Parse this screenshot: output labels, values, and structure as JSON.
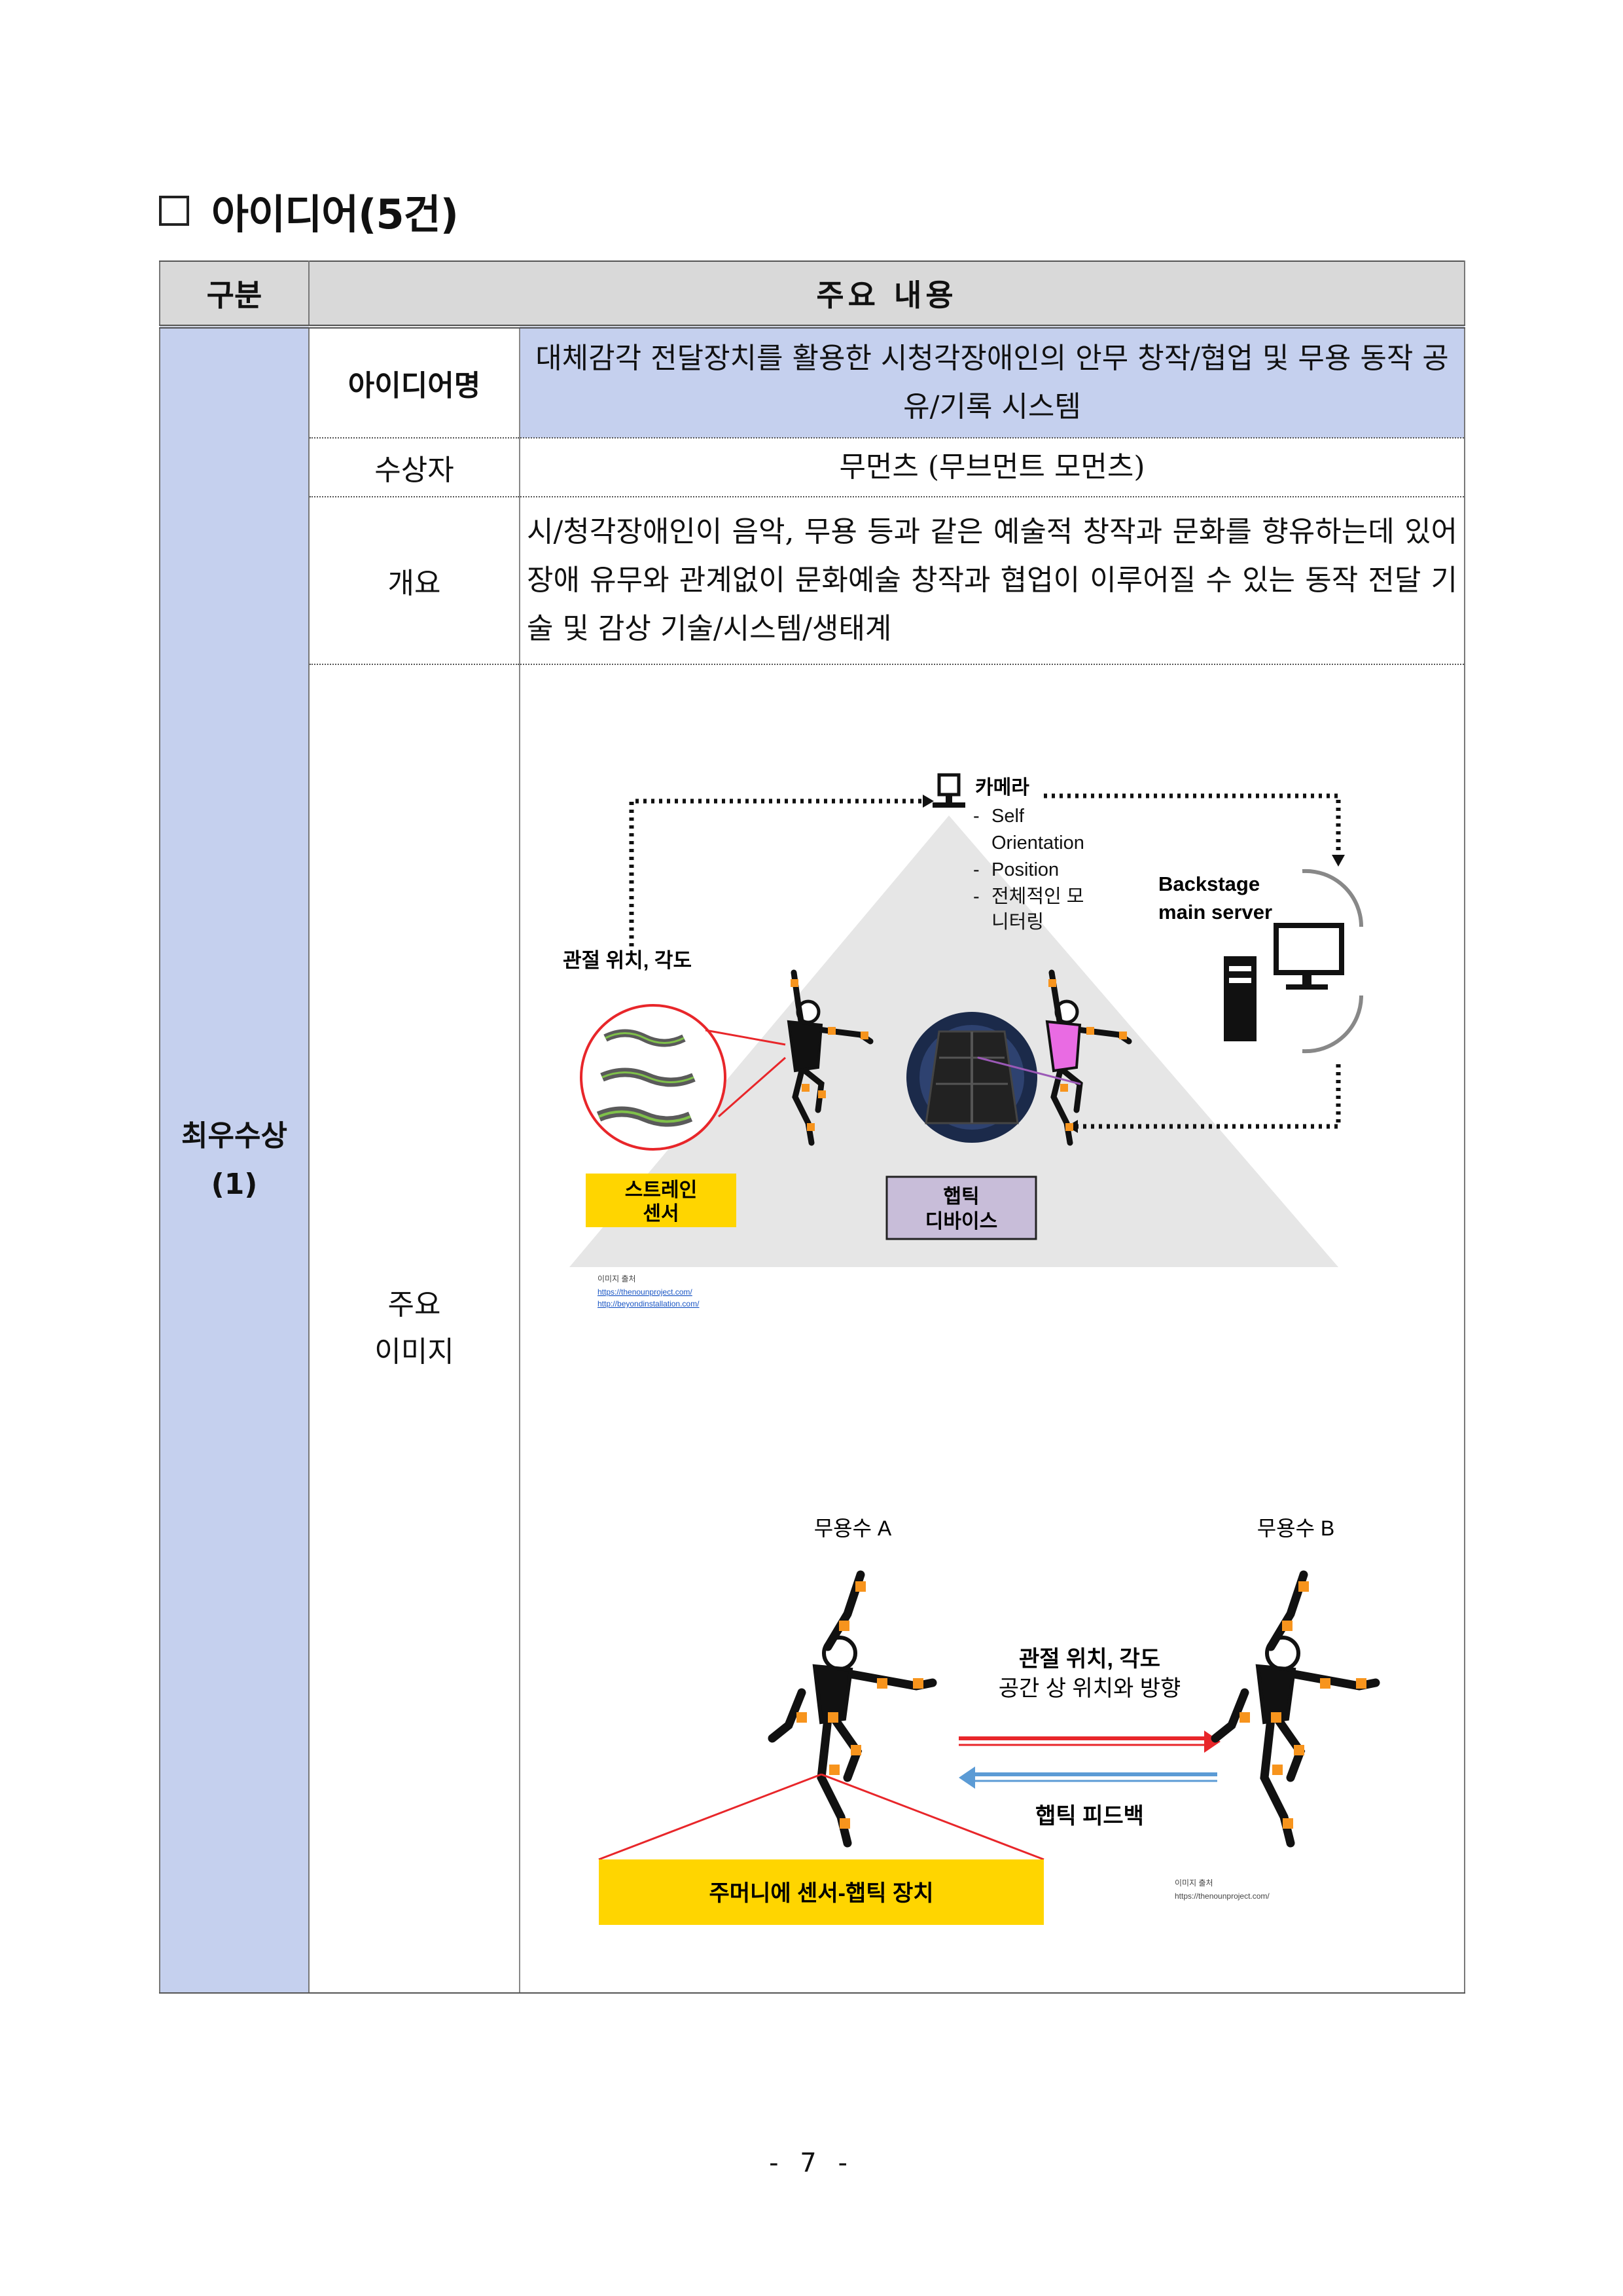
{
  "heading": {
    "title": "아이디어(5건)",
    "checkbox_icon": "empty-square-icon"
  },
  "table": {
    "header": {
      "col1": "구분",
      "col2": "주요 내용"
    },
    "award": {
      "line1": "최우수상",
      "line2": "(1)"
    },
    "rows": {
      "idea": {
        "label": "아이디어명",
        "value": "대체감각 전달장치를 활용한 시청각장애인의 안무 창작/협업 및 무용 동작 공유/기록 시스템"
      },
      "winner": {
        "label": "수상자",
        "value": "무먼츠 (무브먼트 모먼츠)"
      },
      "summary": {
        "label": "개요",
        "value": "시/청각장애인이 음악, 무용 등과 같은 예술적 창작과 문화를 향유하는데 있어 장애 유무와 관계없이 문화예술 창작과 협업이 이루어질 수 있는 동작 전달 기술 및 감상 기술/시스템/생태계"
      },
      "image": {
        "label_line1": "주요",
        "label_line2": "이미지"
      }
    }
  },
  "figure1": {
    "camera_label": "카메라",
    "camera_items": [
      "Self",
      "Orientation",
      "Position",
      "전체적인 모",
      "니터링"
    ],
    "camera_bullets": [
      "-",
      "-",
      "-"
    ],
    "server_line1": "Backstage",
    "server_line2": "main server",
    "joint_label": "관절 위치, 각도",
    "strain_line1": "스트레인",
    "strain_line2": "센서",
    "haptic_line1": "햅틱",
    "haptic_line2": "디바이스",
    "source_title": "이미지 출처",
    "source_url1": "https://thenounproject.com/",
    "source_url2": "http://beyondinstallation.com/",
    "colors": {
      "strain_box": "#ffd500",
      "haptic_box": "#c8bdd9",
      "joint_marker": "#f7941d",
      "pink_top": "#e96be3",
      "triangle": "#e6e6e6"
    }
  },
  "figure2": {
    "dancer_a": "무용수 A",
    "dancer_b": "무용수 B",
    "arrow_text1": "관절 위치, 각도",
    "arrow_text2": "공간 상 위치와 방향",
    "feedback": "햅틱 피드백",
    "pocket_label": "주머니에 센서-햅틱 장치",
    "source_title": "이미지 출처",
    "source_url": "https://thenounproject.com/",
    "colors": {
      "forward_arrow": "#e8262a",
      "back_arrow": "#5b9bd5",
      "pocket_box": "#ffd500"
    }
  },
  "footer": {
    "page": "- 7 -"
  }
}
